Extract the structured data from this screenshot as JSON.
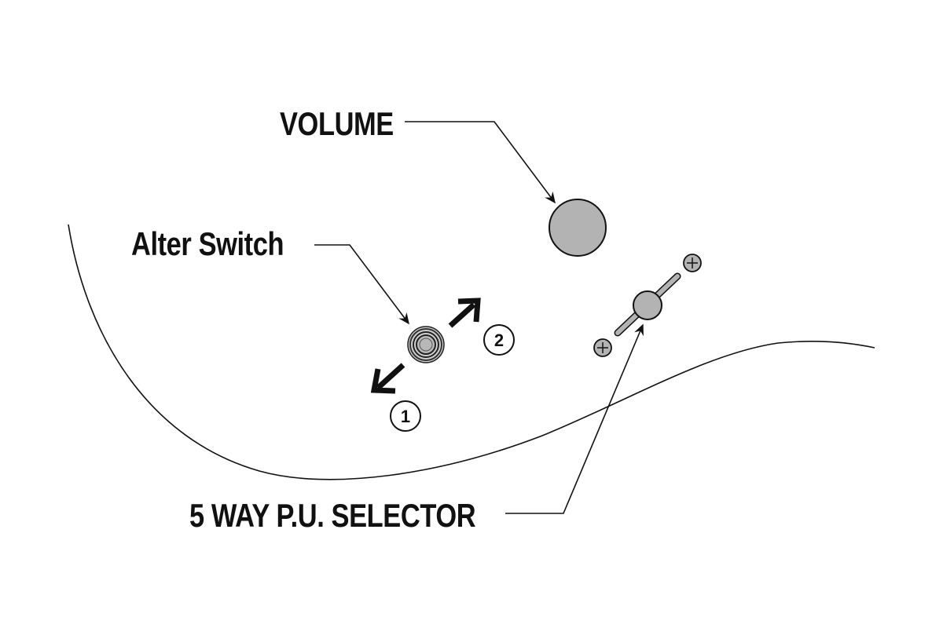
{
  "diagram": {
    "title": "Guitar control layout",
    "labels": {
      "volume": "VOLUME",
      "alter_switch": "Alter Switch",
      "selector": "5 WAY P.U. SELECTOR"
    },
    "alter_switch_positions": [
      {
        "number": "1",
        "direction": "down-left"
      },
      {
        "number": "2",
        "direction": "up-right"
      }
    ],
    "colors": {
      "knob_fill": "#b3b3b3",
      "outline": "#111111",
      "background": "#ffffff"
    }
  }
}
